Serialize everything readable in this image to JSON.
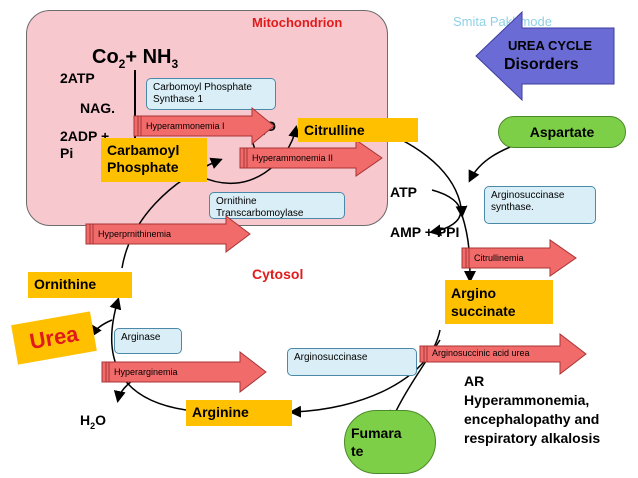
{
  "compartments": {
    "mitochondrion": "Mitochondrion",
    "cytosol": "Cytosol"
  },
  "author": "Smita Pakhmode",
  "banner": {
    "line1": "UREA CYCLE",
    "line2": "Disorders",
    "color": "#6b6bd6"
  },
  "molecules": {
    "co2_main": "Co",
    "co2_sub": "2",
    "nh3_main": "+ NH",
    "nh3_sub": "3",
    "atp2": "2ATP",
    "nag": "NAG.",
    "adp_line1": "2ADP +",
    "adp_line2": "Pi",
    "water_mito_main": "H",
    "water_mito_sub": "2",
    "water_mito_end": "O",
    "carbamoyl": "Carbamoyl Phosphate",
    "citrulline": "Citrulline",
    "aspartate": "Aspartate",
    "atp": "ATP",
    "amp_ppi": "AMP + PPI",
    "ornithine": "Ornithine",
    "urea": "Urea",
    "argininosuccinate": "Argino succinate",
    "arginine": "Arginine",
    "fumarate": "Fumara te",
    "water_cyto_main": "H",
    "water_cyto_sub": "2",
    "water_cyto_end": "O"
  },
  "enzymes": {
    "cps1": "Carbomoyl Phosphate Synthase 1",
    "otc": "Ornithine Transcarbomoylase",
    "ass": "Arginosuccinase synthase.",
    "arginase": "Arginase",
    "asl": "Arginosuccinase"
  },
  "disorders": {
    "hyper1": "Hyperammonemia I",
    "hyper2": "Hyperammonemia II",
    "hyperorn": "Hyperprnithinemia",
    "citrullinemia": "Citrullinemia",
    "hyperarg": "Hyperarginemia",
    "asa_urea": "Arginosuccinic acid urea"
  },
  "asa_note": {
    "line1": "AR",
    "line2": "Hyperammonemia,",
    "line3": "encephalopathy and",
    "line4": "respiratory alkalosis"
  },
  "colors": {
    "mitochondrion_fill": "#f7c9cf",
    "disorder_arrow": "#f26b6b",
    "substrate_box": "#ffc000",
    "enzyme_box": "#d9eef6",
    "green_node": "#7ecf48"
  }
}
